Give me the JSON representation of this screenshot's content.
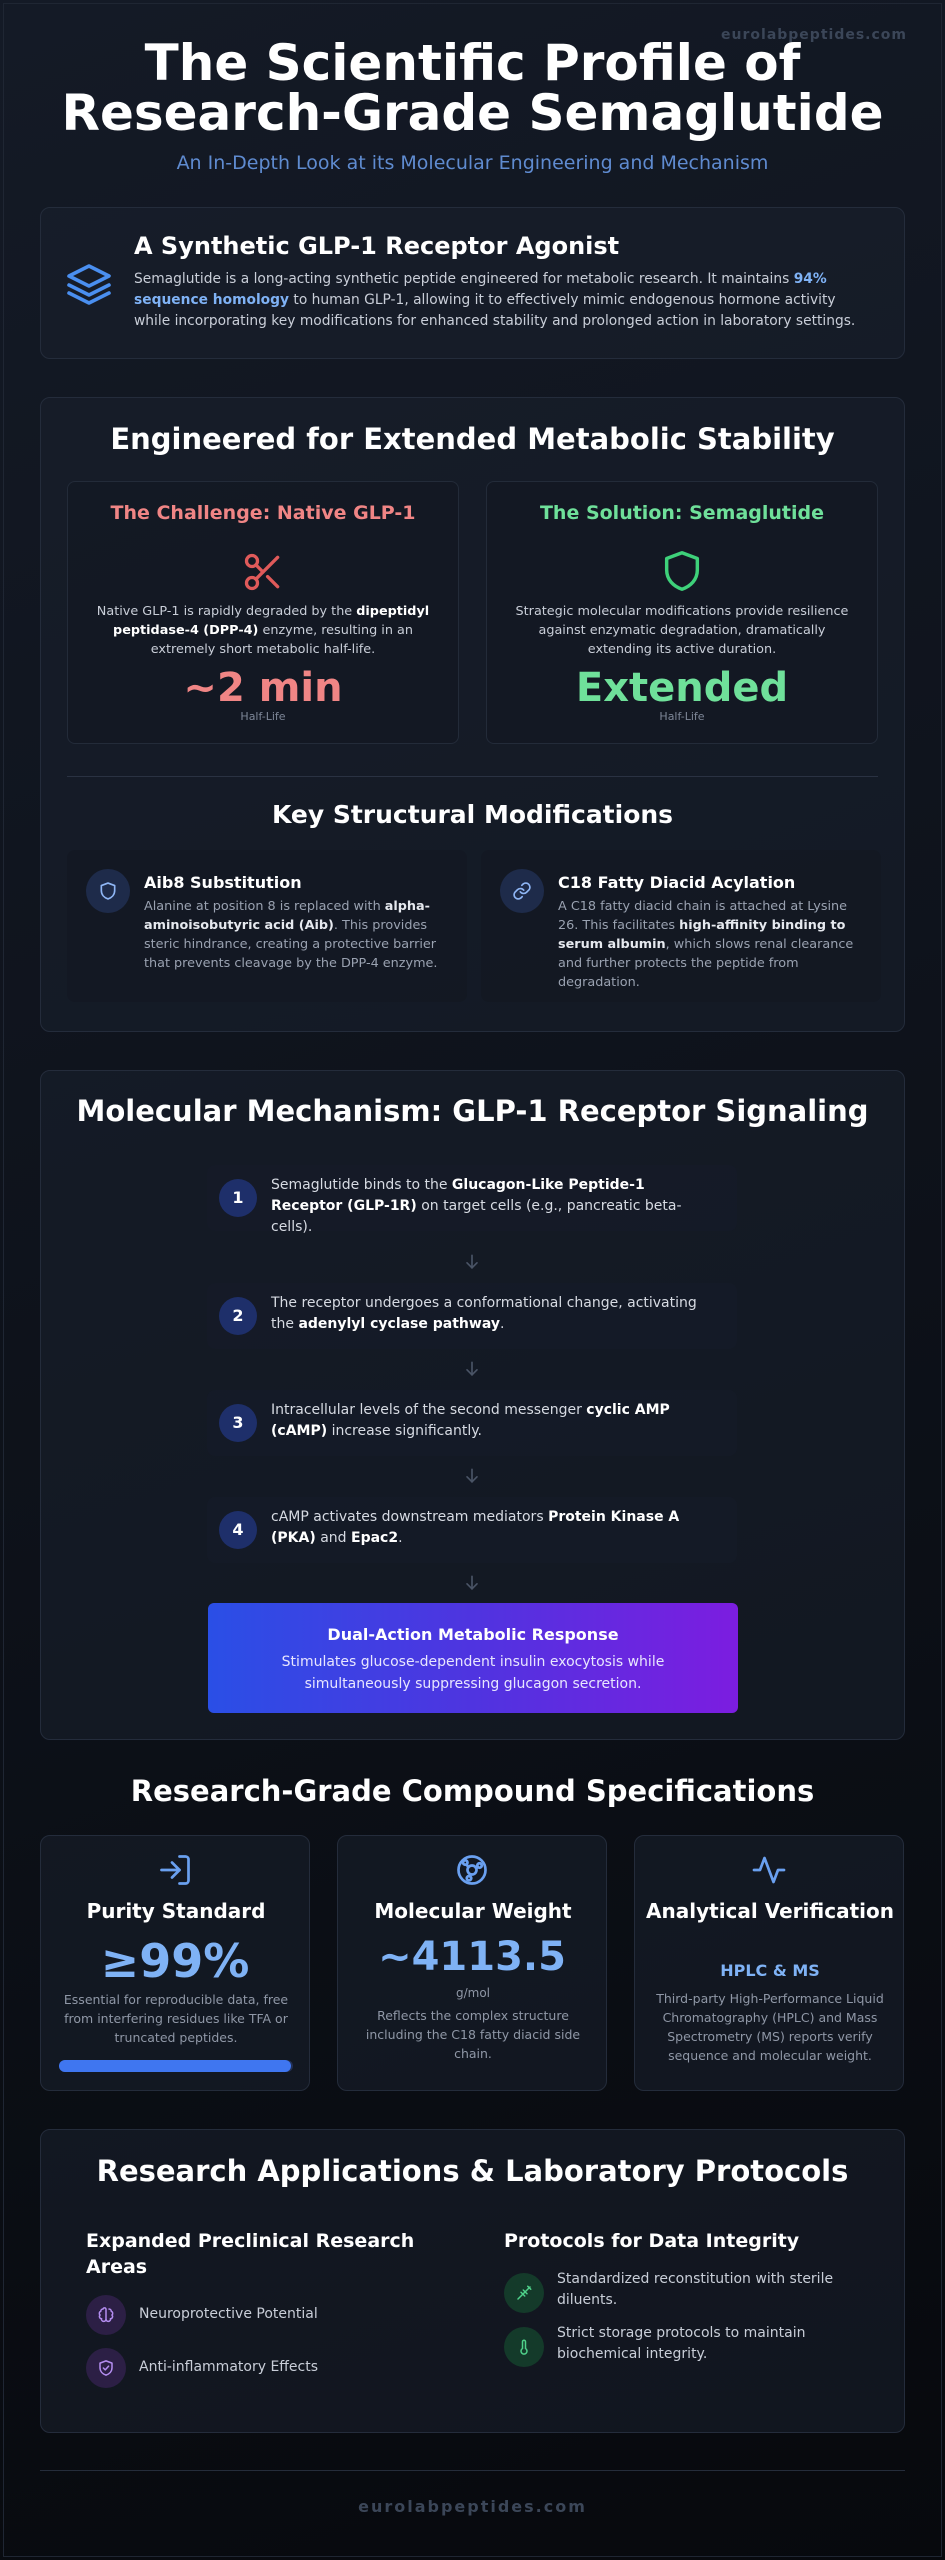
{
  "site": {
    "domain": "eurolabpeptides.com"
  },
  "hero": {
    "title_line1": "The Scientific Profile of",
    "title_line2": "Research-Grade Semaglutide",
    "subtitle": "An In-Depth Look at its Molecular Engineering and Mechanism"
  },
  "intro": {
    "icon": "layers-icon",
    "title": "A Synthetic GLP-1 Receptor Agonist",
    "text_part1": "Semaglutide is a long-acting synthetic peptide engineered for metabolic research. It maintains ",
    "highlight": "94% sequence homology",
    "text_part2": " to human GLP-1, allowing it to effectively mimic endogenous hormone activity while incorporating key modifications for enhanced stability and prolonged action in laboratory settings."
  },
  "stability": {
    "title": "Engineered for Extended Metabolic Stability",
    "challenge": {
      "title": "The Challenge: Native GLP-1",
      "icon": "scissors-icon",
      "text_part1": "Native GLP-1 is rapidly degraded by the ",
      "text_bold": "dipeptidyl peptidase-4 (DPP-4)",
      "text_part2": " enzyme, resulting in an extremely short metabolic half-life.",
      "value": "~2 min",
      "unit": "Half-Life"
    },
    "solution": {
      "title": "The Solution: Semaglutide",
      "icon": "shield-icon",
      "text": "Strategic molecular modifications provide resilience against enzymatic degradation, dramatically extending its active duration.",
      "value": "Extended",
      "unit": "Half-Life"
    },
    "modifications_title": "Key Structural Modifications",
    "modifications": [
      {
        "icon": "shield-icon",
        "title": "Aib8 Substitution",
        "text_part1": "Alanine at position 8 is replaced with ",
        "text_bold": "alpha-aminoisobutyric acid (Aib)",
        "text_part2": ". This provides steric hindrance, creating a protective barrier that prevents cleavage by the DPP-4 enzyme."
      },
      {
        "icon": "link-icon",
        "title": "C18 Fatty Diacid Acylation",
        "text_part1": "A C18 fatty diacid chain is attached at Lysine 26. This facilitates ",
        "text_bold": "high-affinity binding to serum albumin",
        "text_part2": ", which slows renal clearance and further protects the peptide from degradation."
      }
    ]
  },
  "mechanism": {
    "title": "Molecular Mechanism: GLP-1 Receptor Signaling",
    "steps": [
      {
        "num": "1",
        "text_part1": "Semaglutide binds to the ",
        "text_bold": "Glucagon-Like Peptide-1 Receptor (GLP-1R)",
        "text_part2": " on target cells (e.g., pancreatic beta-cells).",
        "text_bold2": "",
        "text_part3": ""
      },
      {
        "num": "2",
        "text_part1": "The receptor undergoes a conformational change, activating the ",
        "text_bold": "adenylyl cyclase pathway",
        "text_part2": ".",
        "text_bold2": "",
        "text_part3": ""
      },
      {
        "num": "3",
        "text_part1": "Intracellular levels of the second messenger ",
        "text_bold": "cyclic AMP (cAMP)",
        "text_part2": " increase significantly.",
        "text_bold2": "",
        "text_part3": ""
      },
      {
        "num": "4",
        "text_part1": "cAMP activates downstream mediators ",
        "text_bold": "Protein Kinase A (PKA)",
        "text_part2": " and ",
        "text_bold2": "Epac2",
        "text_part3": "."
      }
    ],
    "response": {
      "title": "Dual-Action Metabolic Response",
      "text": "Stimulates glucose-dependent insulin exocytosis while simultaneously suppressing glucagon secretion."
    }
  },
  "specs": {
    "title": "Research-Grade Compound Specifications",
    "purity": {
      "icon": "sign-in-icon",
      "title": "Purity Standard",
      "value": "≥99%",
      "text": "Essential for reproducible data, free from interfering residues like TFA or truncated peptides.",
      "fill_fraction": 0.99
    },
    "weight": {
      "icon": "atom-icon",
      "title": "Molecular Weight",
      "value": "~4113.5",
      "unit": "g/mol",
      "text": "Reflects the complex structure including the C18 fatty diacid side chain."
    },
    "verification": {
      "icon": "pulse-icon",
      "title": "Analytical Verification",
      "value": "HPLC & MS",
      "text": "Third-party High-Performance Liquid Chromatography (HPLC) and Mass Spectrometry (MS) reports verify sequence and molecular weight."
    }
  },
  "applications": {
    "title": "Research Applications & Laboratory Protocols",
    "areas_title": "Expanded Preclinical Research Areas",
    "areas": [
      {
        "icon": "brain-icon",
        "text": "Neuroprotective Potential"
      },
      {
        "icon": "shield-check-icon",
        "text": "Anti-inflammatory Effects"
      }
    ],
    "protocols_title": "Protocols for Data Integrity",
    "protocols": [
      {
        "icon": "syringe-icon",
        "text": "Standardized reconstitution with sterile diluents."
      },
      {
        "icon": "thermometer-icon",
        "text": "Strict storage protocols to maintain biochemical integrity."
      }
    ]
  },
  "colors": {
    "accent_blue": "#7fb2f5",
    "challenge_red": "#f08585",
    "solution_green": "#6fe09a"
  }
}
